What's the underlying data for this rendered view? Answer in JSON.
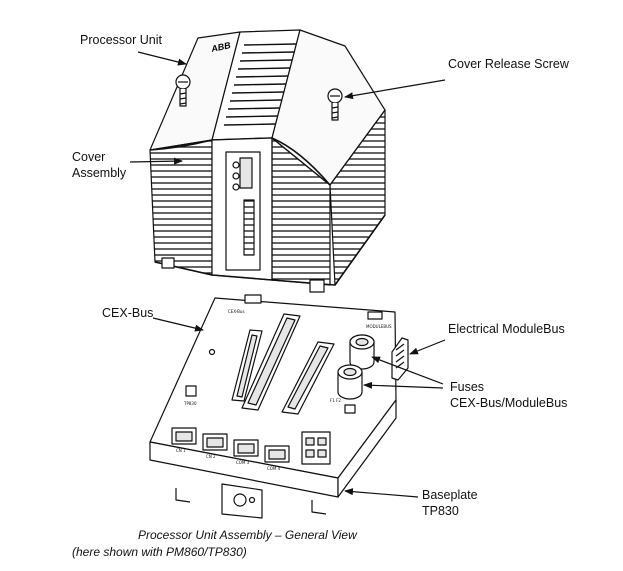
{
  "labels": {
    "processor_unit": "Processor Unit",
    "cover_release_screw": "Cover Release Screw",
    "cover_assembly_line1": "Cover",
    "cover_assembly_line2": "Assembly",
    "cex_bus": "CEX-Bus",
    "electrical_modulebus": "Electrical ModuleBus",
    "fuses_line1": "Fuses",
    "fuses_line2": "CEX-Bus/ModuleBus",
    "baseplate_line1": "Baseplate",
    "baseplate_line2": "TP830"
  },
  "caption": {
    "line1": "Processor Unit Assembly – General View",
    "line2": "(here shown with PM860/TP830)"
  },
  "device_markings": {
    "brand": "ABB",
    "cex_bus": "CEX-Bus",
    "modulebus": "MODULEBUS",
    "fuses": "F1 F2",
    "ports": [
      "CN 1",
      "CN 2",
      "COM 3",
      "COM 4"
    ],
    "tp830": "TP830"
  },
  "colors": {
    "line": "#111111",
    "background": "#ffffff",
    "shade": "#e6e6e6"
  }
}
